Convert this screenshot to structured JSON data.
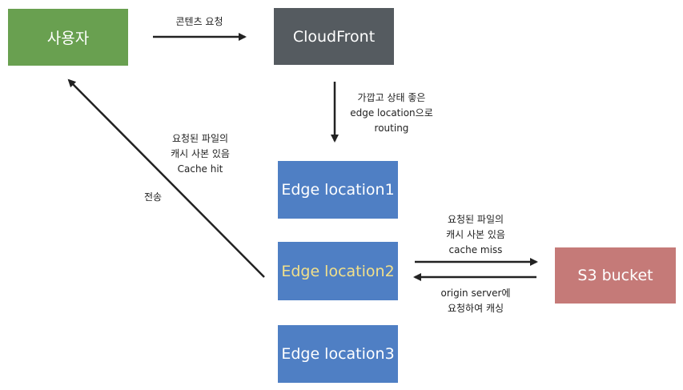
{
  "nodes": {
    "user": {
      "label": "사용자",
      "color": "#69a050"
    },
    "cloudfront": {
      "label": "CloudFront",
      "color": "#555b60"
    },
    "edge1": {
      "label": "Edge location1",
      "color": "#4f7fc4"
    },
    "edge2": {
      "label": "Edge location2",
      "color": "#4f7fc4",
      "text_color": "#f2e08a"
    },
    "edge3": {
      "label": "Edge location3",
      "color": "#4f7fc4"
    },
    "s3": {
      "label": "S3 bucket",
      "color": "#c57a78"
    }
  },
  "labels": {
    "request": "콘텐츠 요청",
    "routing": [
      "가깝고 상태 좋은",
      "edge location으로",
      "routing"
    ],
    "cache_hit": [
      "요청된 파일의",
      "캐시 사본 있음",
      "Cache hit"
    ],
    "transfer": "전송",
    "cache_miss": [
      "요청된 파일의",
      "캐시 사본 있음",
      "cache miss"
    ],
    "origin": [
      "origin server에",
      "요청하여 캐싱"
    ]
  }
}
